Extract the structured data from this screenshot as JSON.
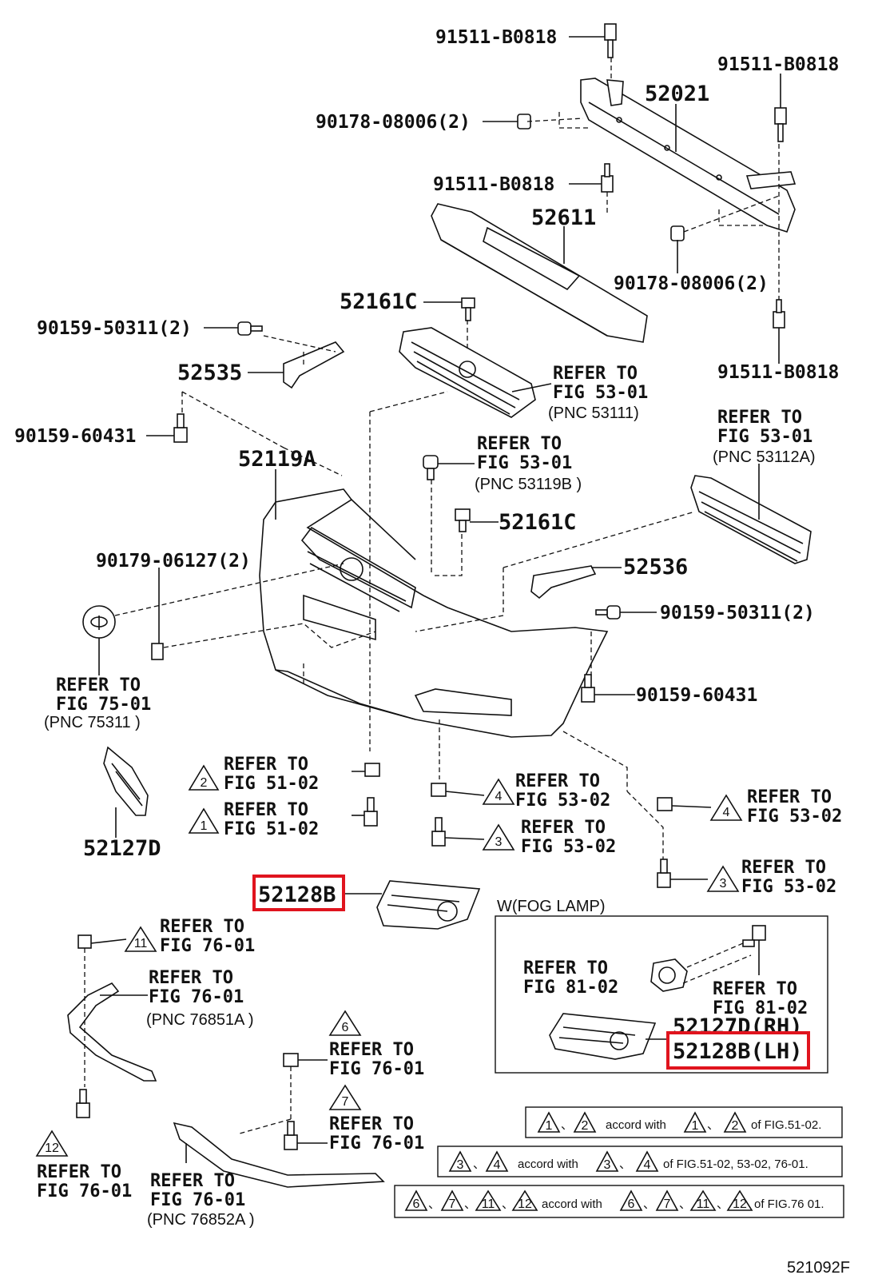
{
  "diagram": {
    "labels": {
      "p91511_top": "91511-B0818",
      "p91511_right": "91511-B0818",
      "p52021": "52021",
      "p90178_left": "90178-08006(2)",
      "p91511_mid": "91511-B0818",
      "p52611": "52611",
      "p90178_right": "90178-08006(2)",
      "p52161c_top": "52161C",
      "p90159_50311_left": "90159-50311(2)",
      "p91511_low": "91511-B0818",
      "p52535": "52535",
      "p90159_60431_left": "90159-60431",
      "p52119a": "52119A",
      "p52161c_mid": "52161C",
      "p90179": "90179-06127(2)",
      "p52536": "52536",
      "p90159_50311_right": "90159-50311(2)",
      "p90159_60431_right": "90159-60431",
      "p52127d": "52127D",
      "p52128b": "52128B",
      "fog_title": "W(FOG LAMP)",
      "p52127d_rh": "52127D(RH)",
      "p52128b_lh": "52128B(LH)",
      "doc_id": "521092F"
    },
    "refer": {
      "refer_to": "REFER TO",
      "fig_53_01": "FIG 53-01",
      "pnc_53111": "(PNC 53111)",
      "pnc_53112a": "(PNC 53112A)",
      "pnc_53119b": "(PNC 53119B )",
      "fig_75_01": "FIG 75-01",
      "pnc_75311": "(PNC 75311 )",
      "fig_51_02": "FIG 51-02",
      "fig_53_02": "FIG 53-02",
      "fig_76_01": "FIG 76-01",
      "pnc_76851a": "(PNC 76851A )",
      "pnc_76852a": "(PNC 76852A )",
      "fig_81_02": "FIG 81-02"
    },
    "triangles": [
      "1",
      "2",
      "3",
      "4",
      "6",
      "7",
      "11",
      "12"
    ],
    "notes": {
      "accord_with": "accord with",
      "of_fig_1": "of FIG.51-02.",
      "of_fig_2": "of FIG.51-02, 53-02, 76-01.",
      "of_fig_3": "of FIG.76 01.",
      "sep": "、"
    },
    "colors": {
      "highlight": "#e0141e",
      "ink": "#111111"
    }
  }
}
